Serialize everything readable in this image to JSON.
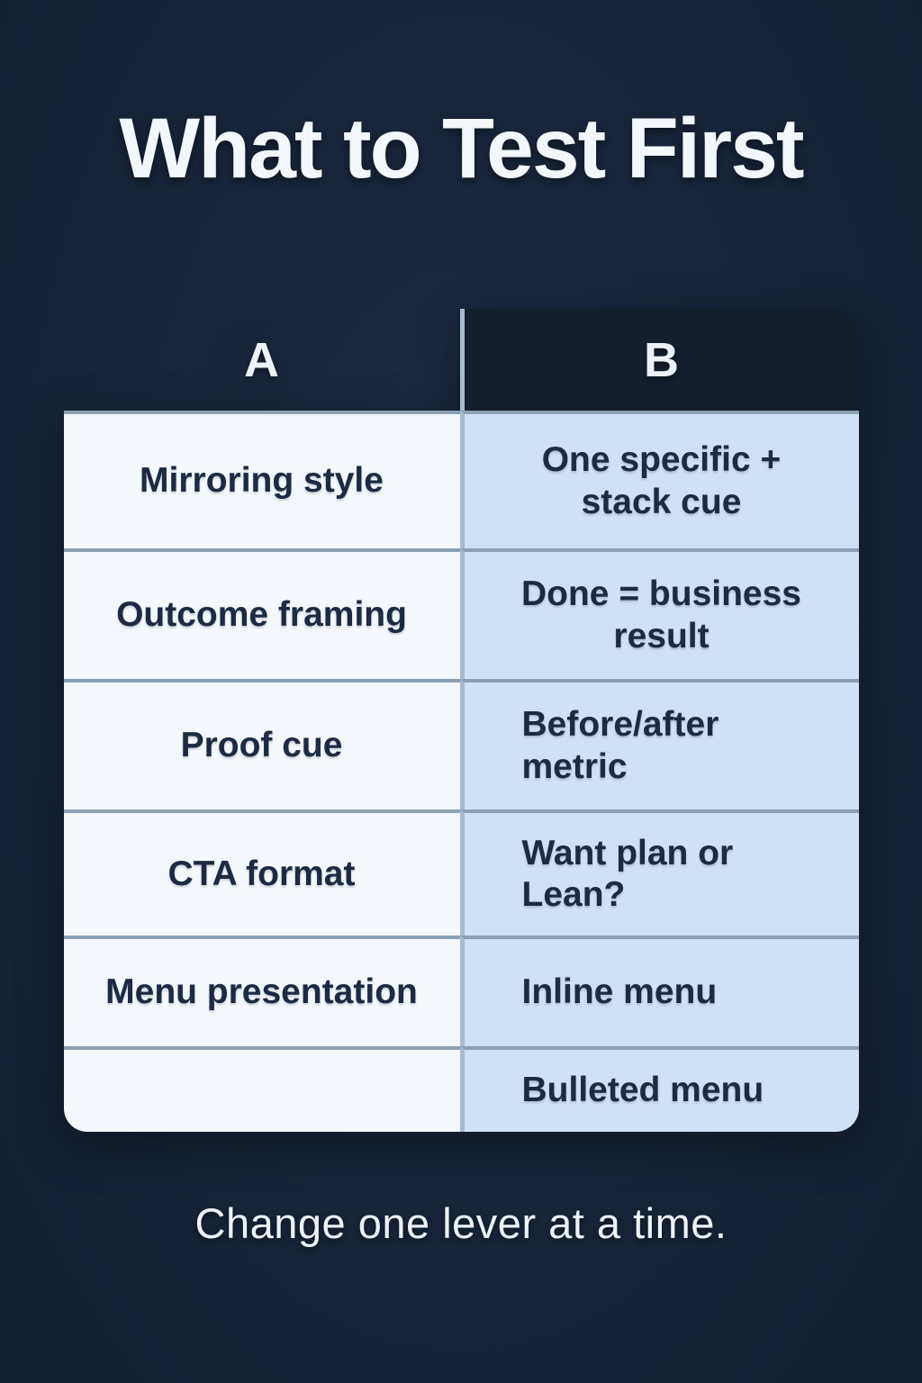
{
  "header": {
    "title": "What to Test First"
  },
  "chart_data": {
    "type": "table",
    "title": "What to Test First",
    "columns": [
      "A",
      "B"
    ],
    "rows": [
      {
        "a": "Mirroring style",
        "b": "One specific +\nstack cue"
      },
      {
        "a": "Outcome framing",
        "b": "Done = business\nresult"
      },
      {
        "a": "Proof cue",
        "b": "Before/after\nmetric"
      },
      {
        "a": "CTA format",
        "b": "Want plan or\nLean?"
      },
      {
        "a": "Menu presentation",
        "b": "Inline menu"
      },
      {
        "a": "",
        "b": "Bulleted menu"
      }
    ],
    "note": "Change one lever at a time."
  },
  "footer": {
    "note": "Change one lever at a time."
  },
  "colors": {
    "background": "#17243a",
    "header_panel": "#141e2f",
    "cell_a_bg": "#f4f7fb",
    "cell_b_bg": "#cfe1f6",
    "grid_line": "#8ba0b4",
    "column_divider": "#a6bbce",
    "text_dark": "#1c2a44",
    "text_light": "#f3f6fa"
  }
}
